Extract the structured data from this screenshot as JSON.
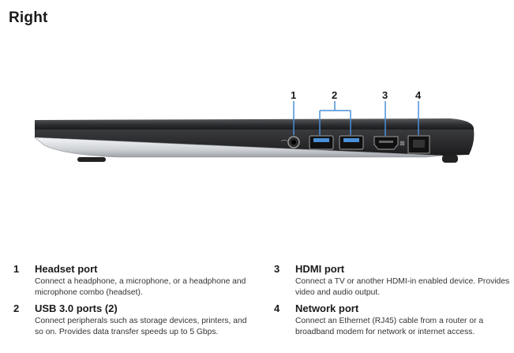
{
  "page": {
    "title": "Right"
  },
  "callouts": [
    "1",
    "2",
    "3",
    "4"
  ],
  "ports": [
    {
      "number": "1",
      "title": "Headset port",
      "description": "Connect a headphone, a microphone, or a headphone and microphone combo (headset)."
    },
    {
      "number": "2",
      "title": "USB 3.0 ports (2)",
      "description": "Connect peripherals such as storage devices, printers, and so on. Provides data transfer speeds up to 5 Gbps."
    },
    {
      "number": "3",
      "title": "HDMI port",
      "description": "Connect a TV or another HDMI-in enabled device. Provides video and audio output."
    },
    {
      "number": "4",
      "title": "Network port",
      "description": "Connect an Ethernet (RJ45) cable from a router or a broadband modem for network or internet access."
    }
  ],
  "colors": {
    "text": "#1a1a1a",
    "chassis_dark": "#2a2a2a",
    "chassis_silver": "#d8dadd",
    "accent": "#4a90d9"
  }
}
